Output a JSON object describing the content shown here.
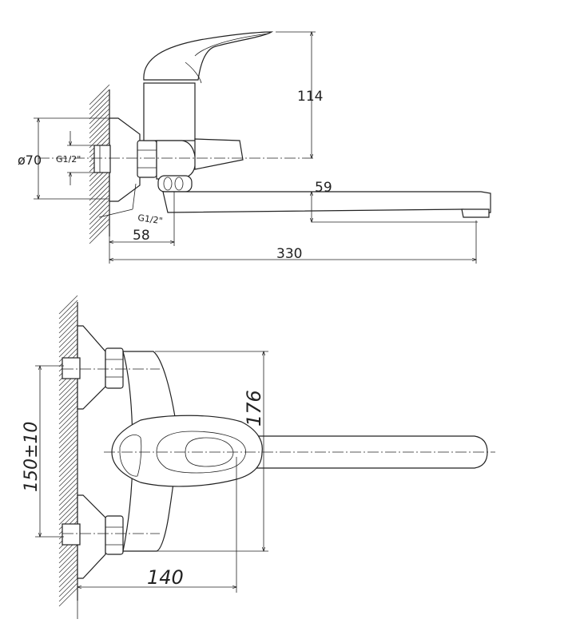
{
  "side_view": {
    "height_label": "114",
    "diameter_label": "ø70",
    "thread_label_top": "G1/2\"",
    "thread_label_bottom": "G1/2\"",
    "spout_offset_label": "59",
    "depth_label": "58",
    "length_label": "330"
  },
  "top_view": {
    "body_width_label": "176",
    "center_distance_label": "150±10",
    "projection_label": "140"
  }
}
